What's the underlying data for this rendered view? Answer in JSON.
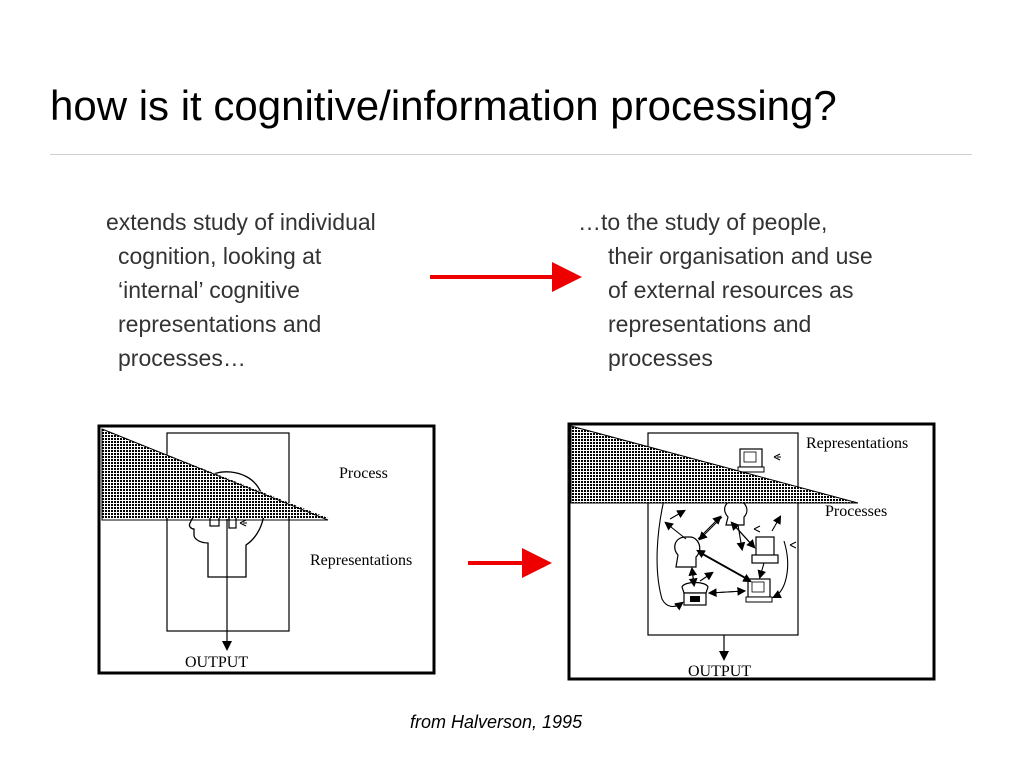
{
  "title": "how is it cognitive/information processing?",
  "left_text": {
    "lines": [
      "extends study of individual",
      "cognition, looking at",
      "‘internal’ cognitive",
      "representations and",
      "processes…"
    ]
  },
  "right_text": {
    "lines": [
      "…to the study of people,",
      "their organisation and use",
      "of external resources as",
      "representations and",
      "processes"
    ]
  },
  "left_diagram": {
    "process_label": "Process",
    "representations_label": "Representations",
    "output_label": "OUTPUT"
  },
  "right_diagram": {
    "representations_label": "Representations",
    "processes_label": "Processes",
    "output_label": "OUTPUT"
  },
  "caption": "from Halverson, 1995",
  "colors": {
    "arrow": "#ee0000",
    "body_text": "#333333",
    "rule": "#cfcfcf"
  }
}
